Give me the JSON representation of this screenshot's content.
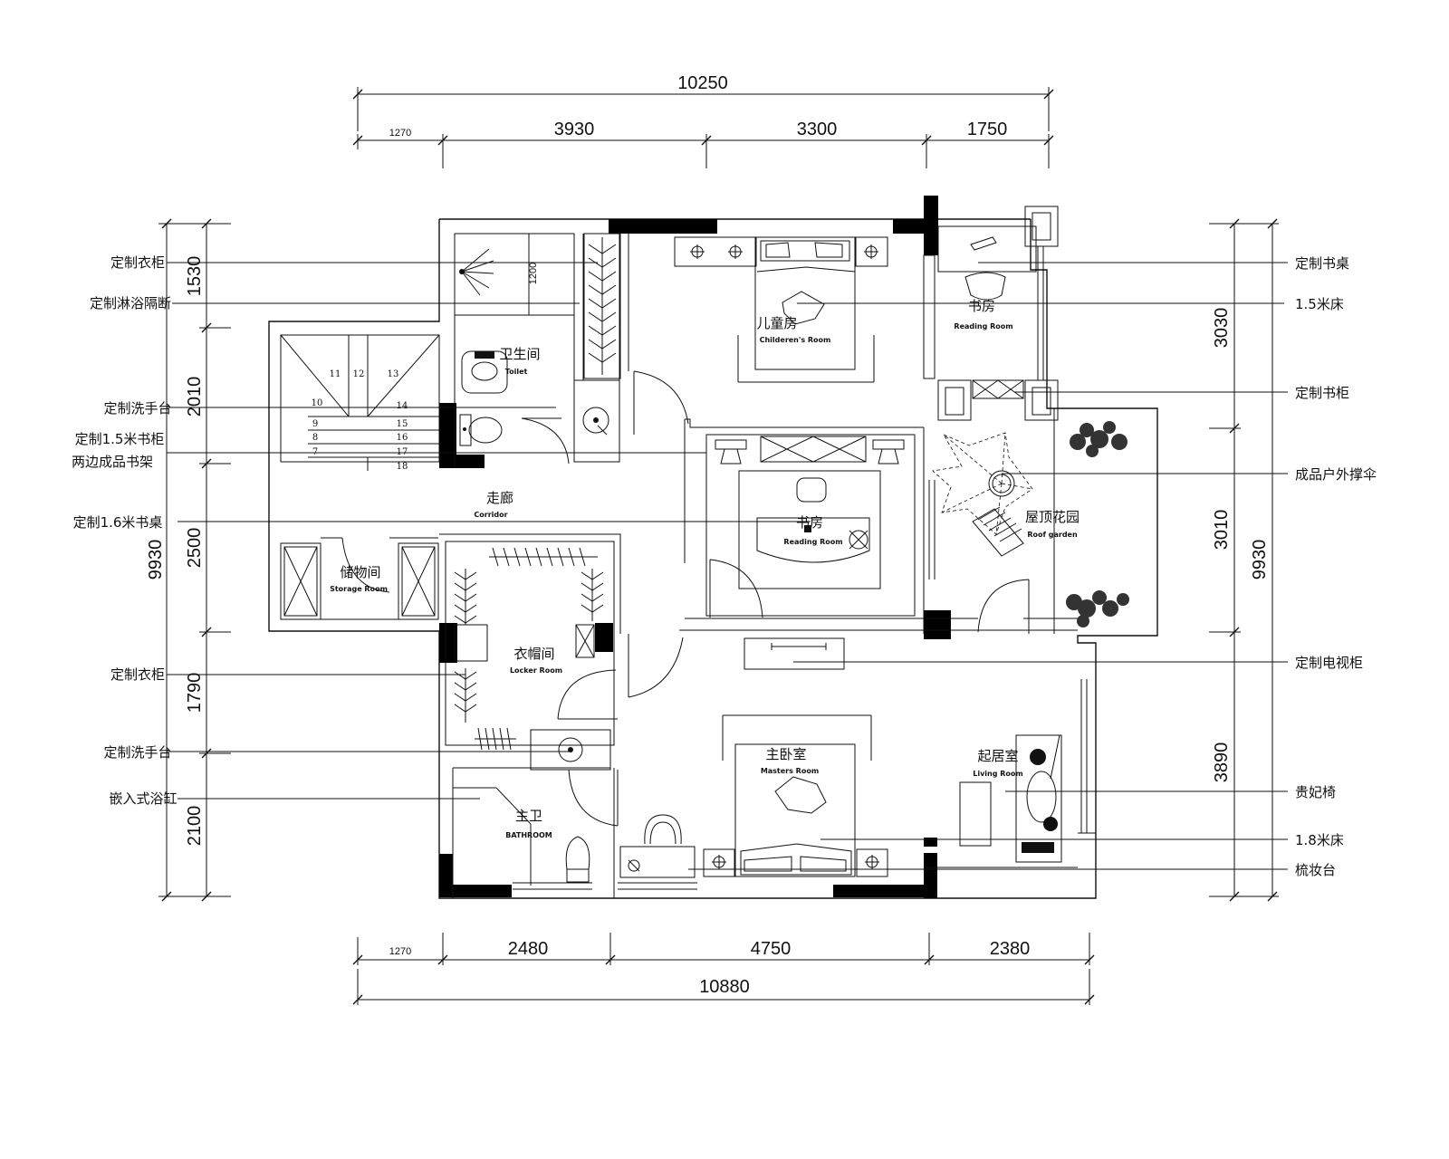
{
  "dimensions": {
    "top_total": "10250",
    "top_segments": [
      "1270",
      "3930",
      "3300",
      "1750"
    ],
    "bottom_total": "10880",
    "bottom_segments": [
      "1270",
      "2480",
      "4750",
      "2380"
    ],
    "left_total": "9930",
    "left_segments": [
      "1530",
      "2010",
      "2500",
      "1790",
      "2100"
    ],
    "right_total": "9930",
    "right_segments": [
      "3030",
      "3010",
      "3890"
    ],
    "shower_depth": "1200"
  },
  "left_notes": [
    "定制衣柜",
    "定制淋浴隔断",
    "定制洗手台",
    "定制1.5米书柜",
    "两边成品书架",
    "定制1.6米书桌",
    "定制衣柜",
    "定制洗手台",
    "嵌入式浴缸"
  ],
  "right_notes": [
    "定制书桌",
    "1.5米床",
    "定制书柜",
    "成品户外撑伞",
    "定制电视柜",
    "贵妃椅",
    "1.8米床",
    "梳妆台"
  ],
  "rooms": [
    {
      "cn": "卫生间",
      "en": "Toilet"
    },
    {
      "cn": "儿童房",
      "en": "Childeren's Room"
    },
    {
      "cn": "书房",
      "en": "Reading Room"
    },
    {
      "cn": "走廊",
      "en": "Corridor"
    },
    {
      "cn": "书房",
      "en": "Reading Room"
    },
    {
      "cn": "屋顶花园",
      "en": "Roof garden"
    },
    {
      "cn": "储物间",
      "en": "Storage Room"
    },
    {
      "cn": "衣帽间",
      "en": "Locker Room"
    },
    {
      "cn": "主卧室",
      "en": "Masters Room"
    },
    {
      "cn": "起居室",
      "en": "Living Room"
    },
    {
      "cn": "主卫",
      "en": "BATHROOM"
    }
  ],
  "stairs": [
    "11",
    "12",
    "13",
    "10",
    "14",
    "9",
    "15",
    "8",
    "16",
    "7",
    "17",
    "18"
  ]
}
